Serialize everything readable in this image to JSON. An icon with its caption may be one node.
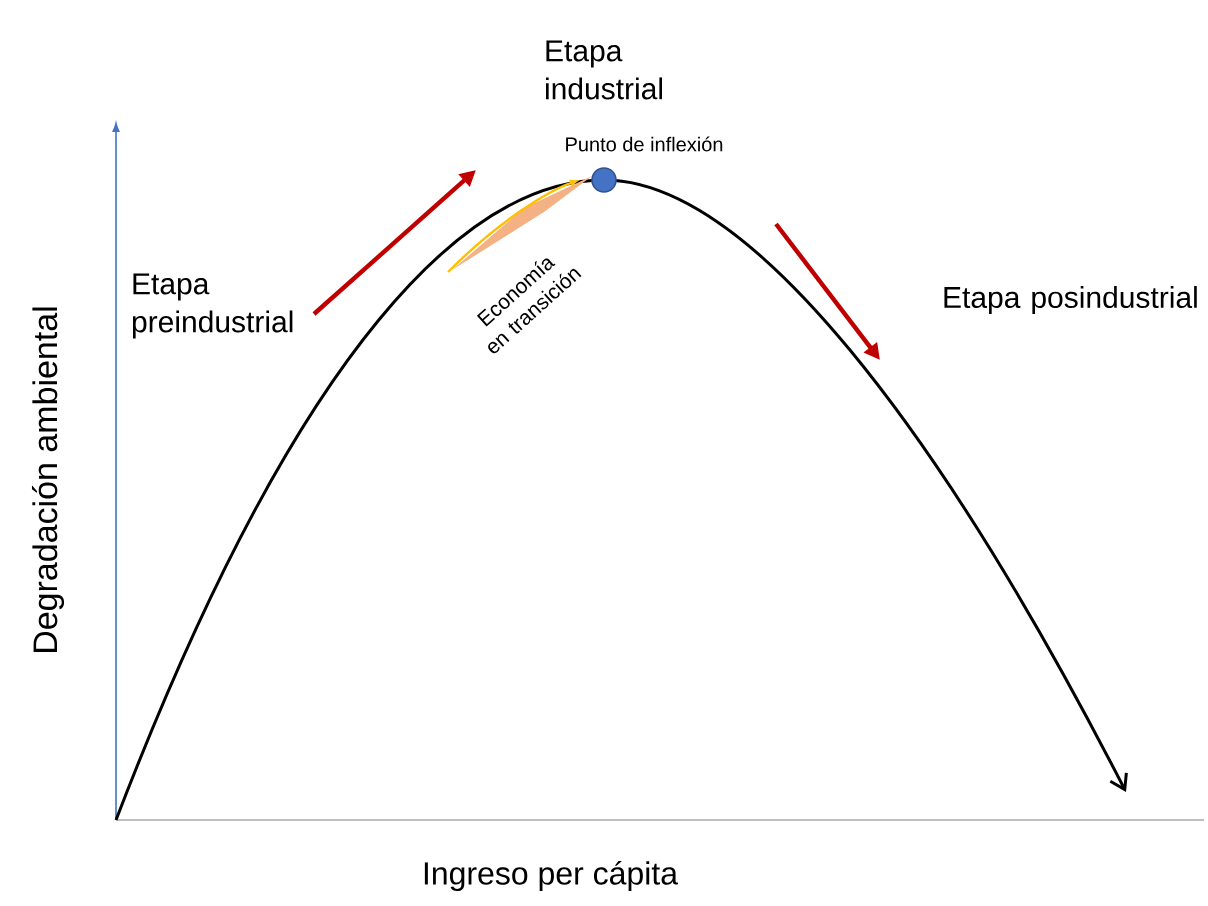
{
  "diagram": {
    "labels": [
      "Etapa industrial",
      "Punto de inflexión",
      "Etapa preindustrial",
      "Economía en transición",
      "Etapa posindustrial",
      "Degradación ambiental",
      "Ingreso per cápita"
    ]
  }
}
